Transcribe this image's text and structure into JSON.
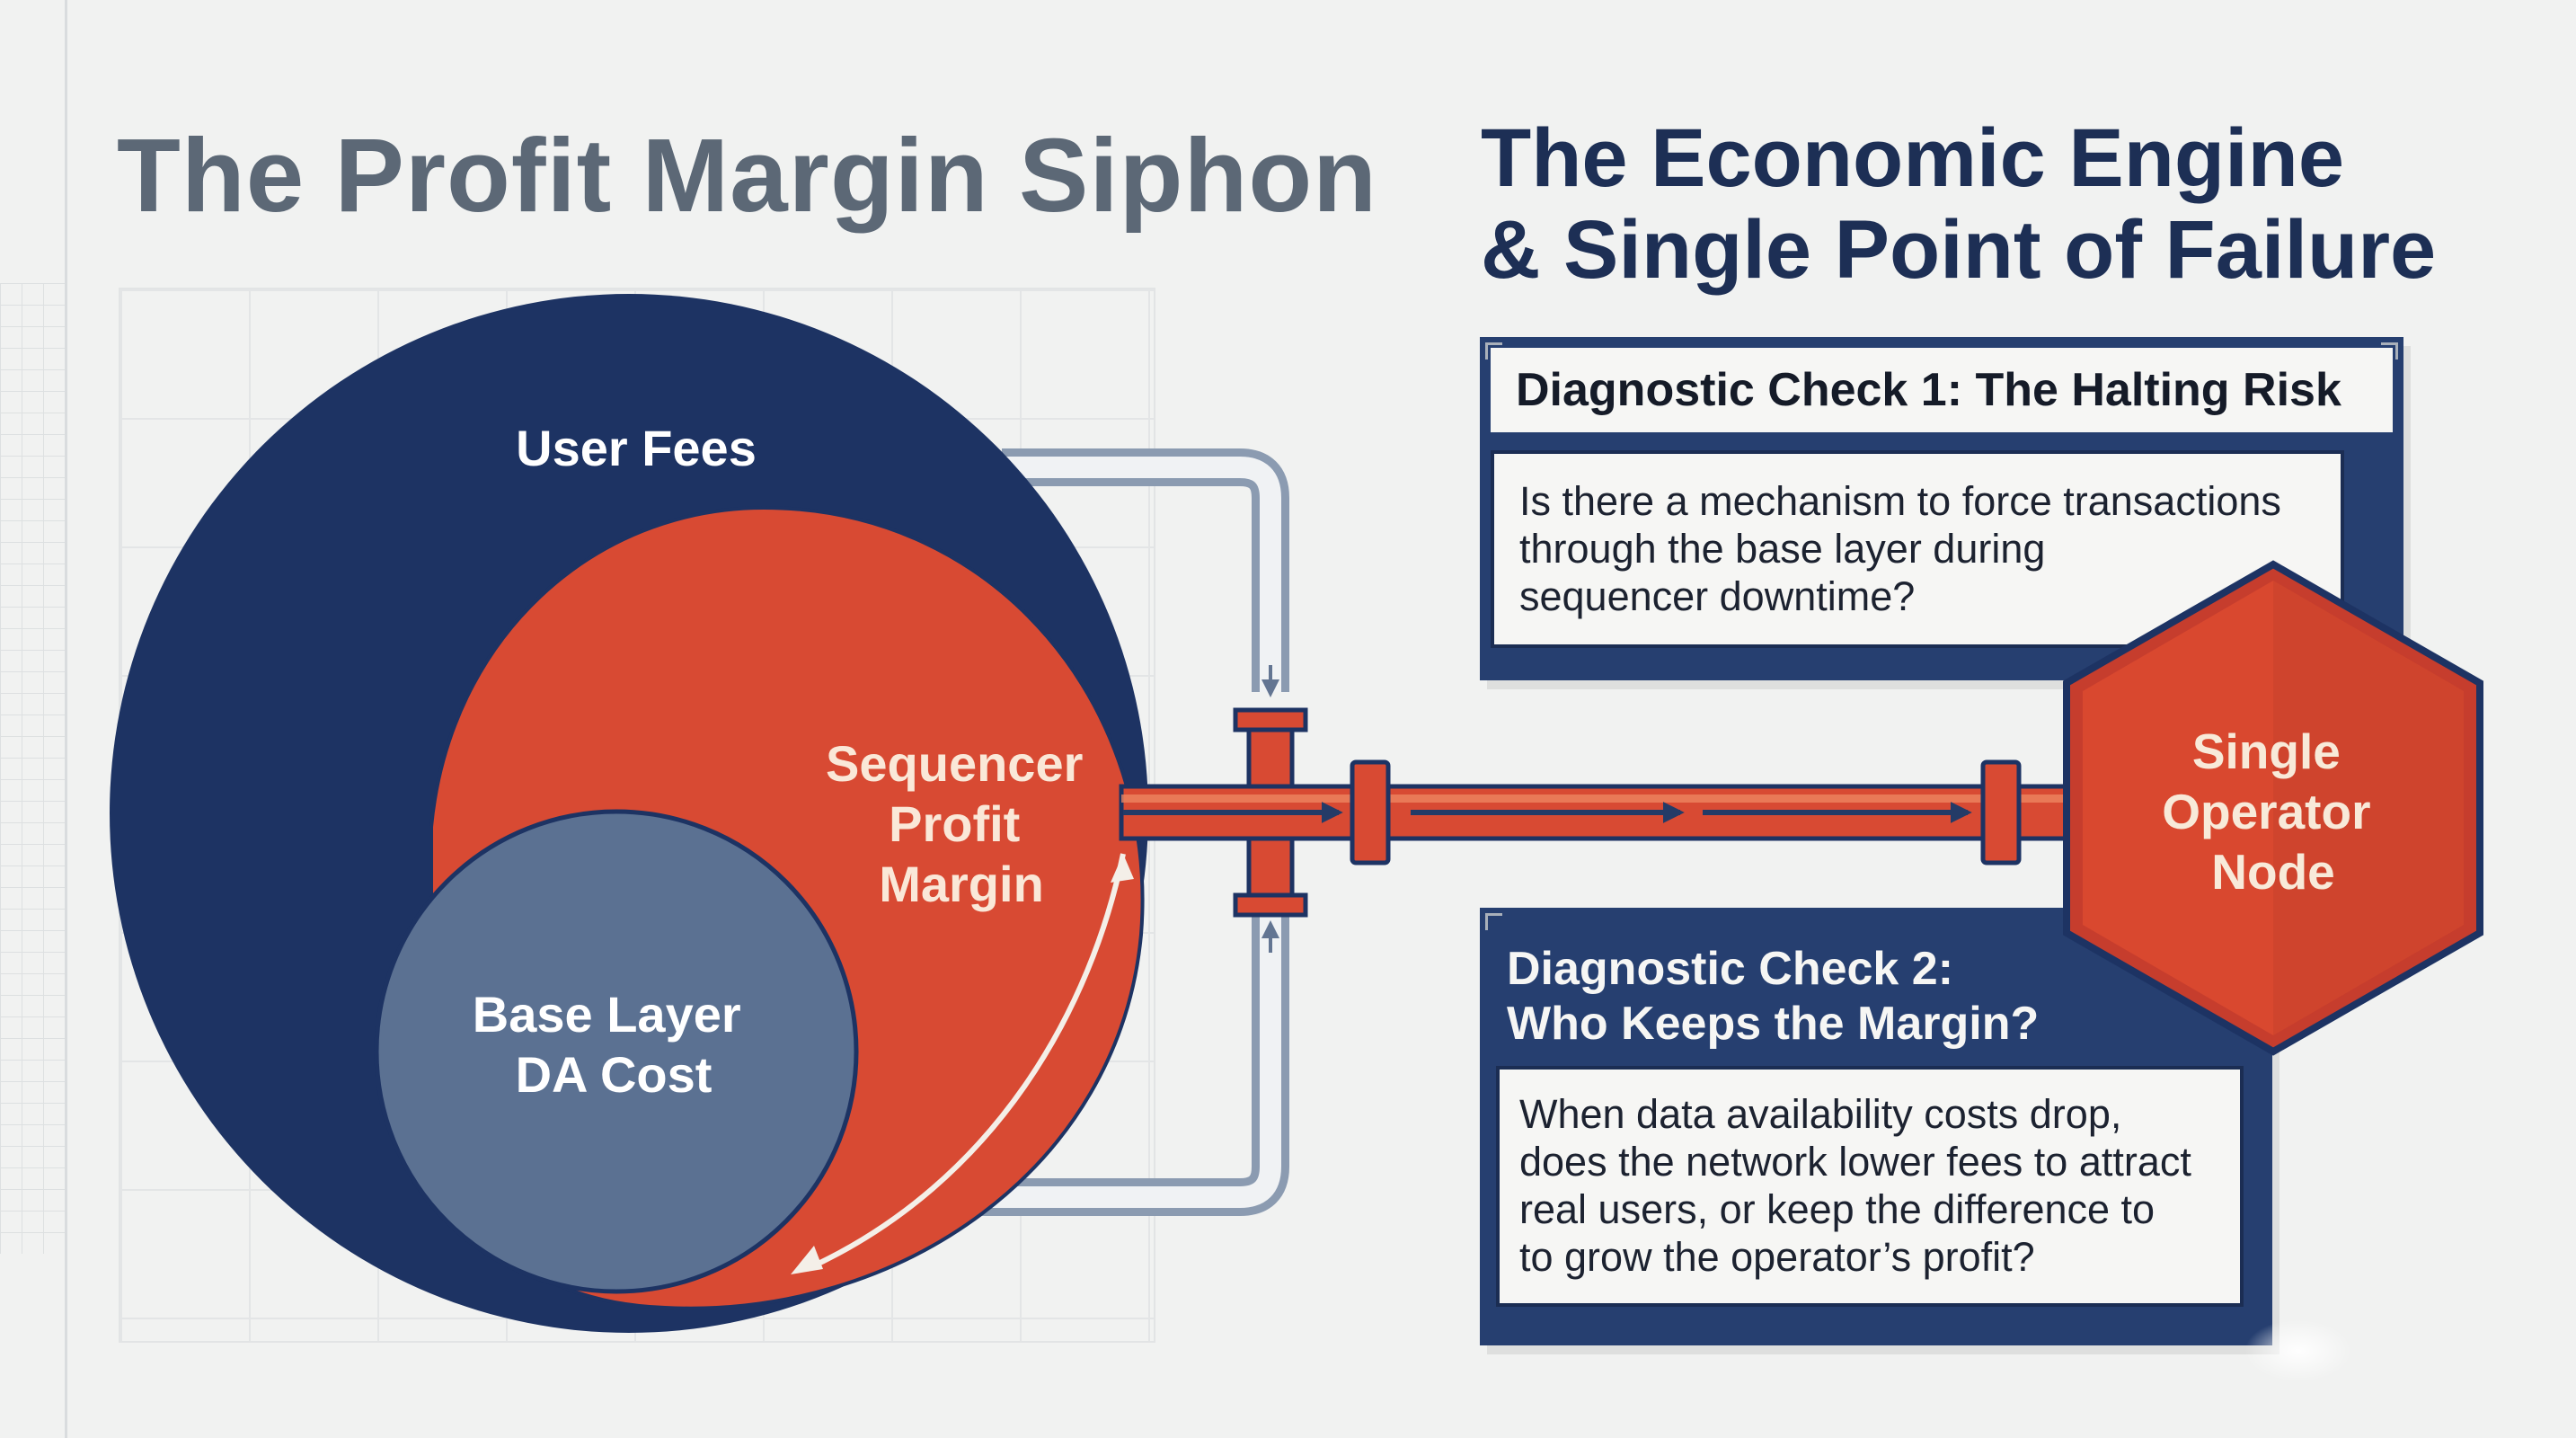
{
  "left_title": "The Profit Margin Siphon",
  "right_title": {
    "line1": "The Economic Engine",
    "line2": "& Single Point of Failure"
  },
  "layers": {
    "user_fees": "User Fees",
    "sequencer_profit_margin": [
      "Sequencer",
      "Profit",
      "Margin"
    ],
    "base_layer_da_cost": [
      "Base Layer",
      "DA Cost"
    ]
  },
  "node": {
    "label": [
      "Single",
      "Operator",
      "Node"
    ]
  },
  "check1": {
    "title": "Diagnostic Check 1: The Halting Risk",
    "body": [
      "Is there a mechanism to force transactions",
      "through the base layer during",
      "sequencer downtime?"
    ]
  },
  "check2": {
    "title": [
      "Diagnostic Check 2:",
      "Who Keeps the Margin?"
    ],
    "body": [
      "When data availability costs drop,",
      "does the network lower fees to attract",
      "real users, or keep the difference to",
      "to grow the operator’s profit?"
    ]
  },
  "colors": {
    "navy": "#1d3363",
    "orange": "#d84a33",
    "slate": "#5b7192",
    "title_gray": "#5c6876",
    "title_navy": "#1d2f55"
  }
}
